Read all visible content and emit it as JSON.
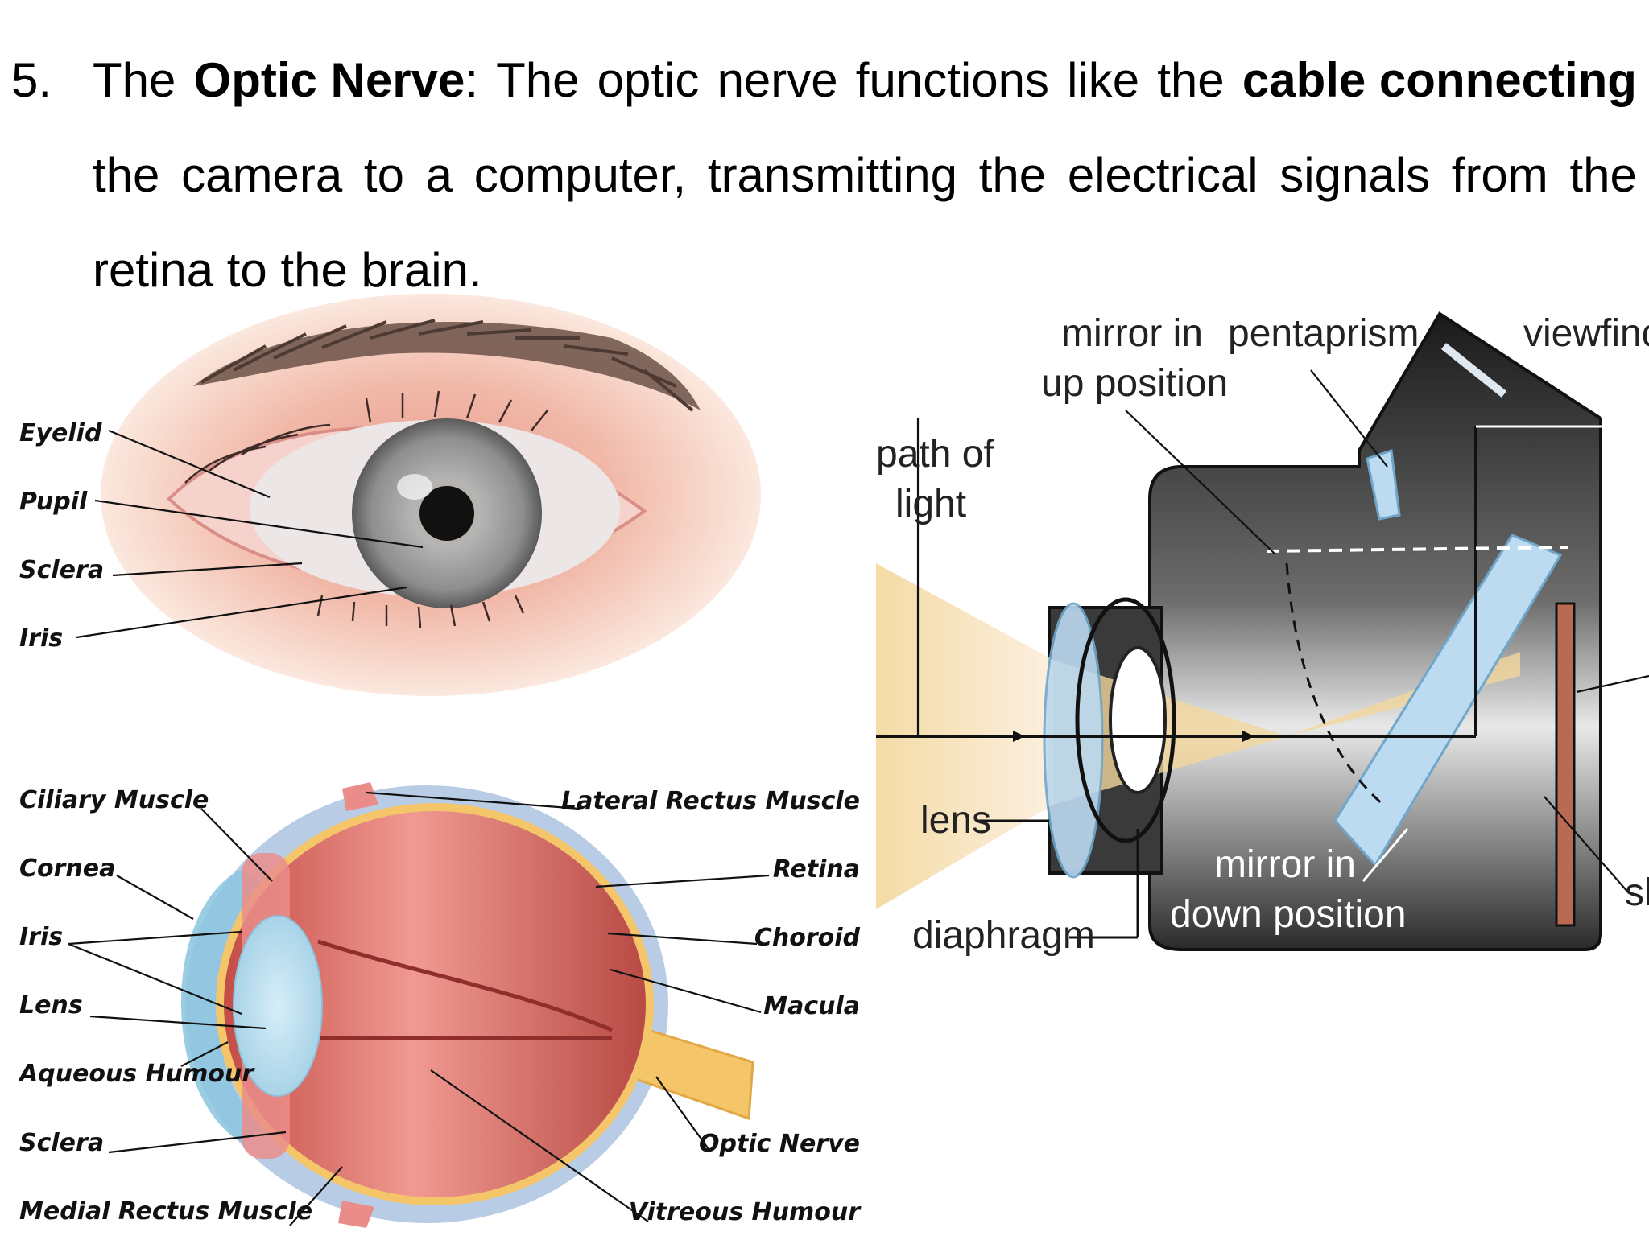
{
  "paragraph": {
    "number": "5.",
    "line1": [
      "The",
      "Optic Nerve",
      ":",
      "The",
      "optic",
      "nerve",
      "functions",
      "like",
      "the",
      "cable connecting"
    ],
    "line2": [
      "the",
      "camera",
      "to",
      "a",
      "computer,",
      "transmitting",
      "the",
      "electrical",
      "signals",
      "from",
      "the"
    ],
    "line3": "retina to the brain."
  },
  "external_eye": {
    "labels": {
      "eyelid": "Eyelid",
      "pupil": "Pupil",
      "sclera": "Sclera",
      "iris": "Iris"
    }
  },
  "eye_cross_section": {
    "left_labels": {
      "ciliary": "Ciliary Muscle",
      "cornea": "Cornea",
      "iris": "Iris",
      "lens": "Lens",
      "aqueous": "Aqueous Humour",
      "sclera": "Sclera",
      "medial": "Medial Rectus Muscle"
    },
    "right_labels": {
      "lateral": "Lateral Rectus Muscle",
      "retina": "Retina",
      "choroid": "Choroid",
      "macula": "Macula",
      "optic": "Optic Nerve",
      "vitreous": "Vitreous Humour"
    }
  },
  "camera": {
    "labels": {
      "mirror_up_1": "mirror in",
      "mirror_up_2": "up position",
      "pentaprism": "pentaprism",
      "viewfinder": "viewfinde",
      "path_1": "path of",
      "path_2": "light",
      "lens": "lens",
      "diaphragm": "diaphragm",
      "mirror_down_1": "mirror in",
      "mirror_down_2": "down position",
      "shutter_partial": "sh"
    }
  },
  "colors": {
    "skin_outer": "#f7d8c8",
    "skin_inner": "#ecaa9c",
    "iris": "#8a8a8a",
    "eyeball": "#e8827a",
    "eyeball_dark": "#b8433e",
    "cornea_blue": "#a9d3e8",
    "sclera_blue": "#b9cce6",
    "nerve_yellow": "#f5c56a",
    "camera_body": "#1e1e1e",
    "light_beam": "#f8e6c0",
    "mirror_blue": "#bcdaf0"
  }
}
